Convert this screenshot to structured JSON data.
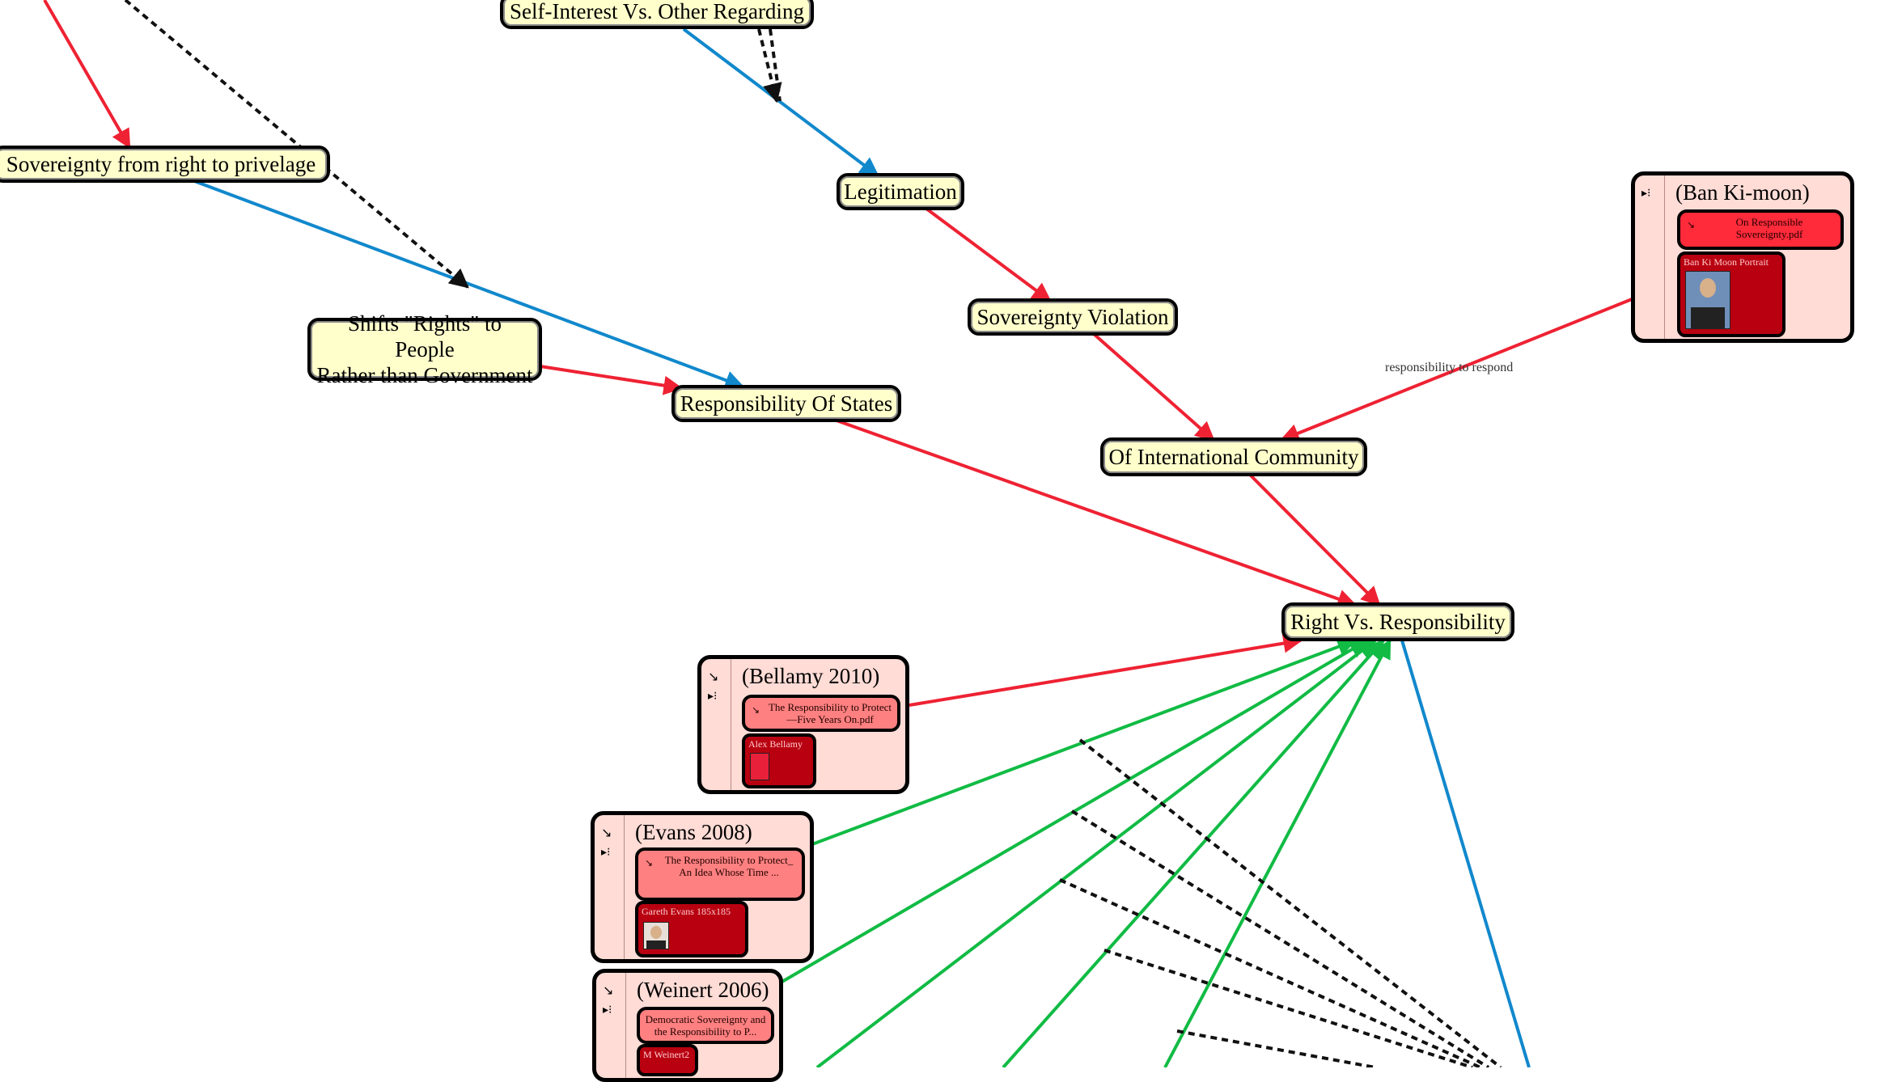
{
  "nodes": {
    "self_interest": "Self-Interest Vs. Other Regarding",
    "sovereignty_privilege": "Sovereignty from right to privelage",
    "legitimation": "Legitimation",
    "sovereignty_violation": "Sovereignty Violation",
    "shifts_rights_line1": "Shifts \"Rights\" to People",
    "shifts_rights_line2": "Rather than Government",
    "responsibility_states": "Responsibility Of States",
    "international_community": "Of International Community",
    "right_vs_responsibility": "Right Vs. Responsibility"
  },
  "sources": {
    "ban": {
      "title": "(Ban Ki-moon)",
      "doc": "On Responsible Sovereignty.pdf",
      "image": "Ban Ki Moon Portrait"
    },
    "bellamy": {
      "title": "(Bellamy 2010)",
      "doc": "The Responsibility to Protect—Five Years On.pdf",
      "image": "Alex Bellamy"
    },
    "evans": {
      "title": "(Evans 2008)",
      "doc": "The Responsibility to Protect_ An Idea Whose Time ...",
      "image": "Gareth Evans 185x185"
    },
    "weinert": {
      "title": "(Weinert 2006)",
      "doc": "Democratic Sovereignty and the Responsibility to P...",
      "image": "M Weinert2"
    }
  },
  "edge_labels": {
    "responsibility_to_respond": "responsibility to respond"
  },
  "icons": {
    "pin": "pin-icon",
    "tree": "tree-icon"
  },
  "colors": {
    "node_fill": "#ffffcc",
    "source_fill": "#ffdcd6",
    "doc_fill": "#ff8080",
    "image_fill": "#b80010",
    "edge_red": "#ee2233",
    "edge_blue": "#1188cc",
    "edge_green": "#11bb44",
    "edge_dashed": "#111111"
  }
}
